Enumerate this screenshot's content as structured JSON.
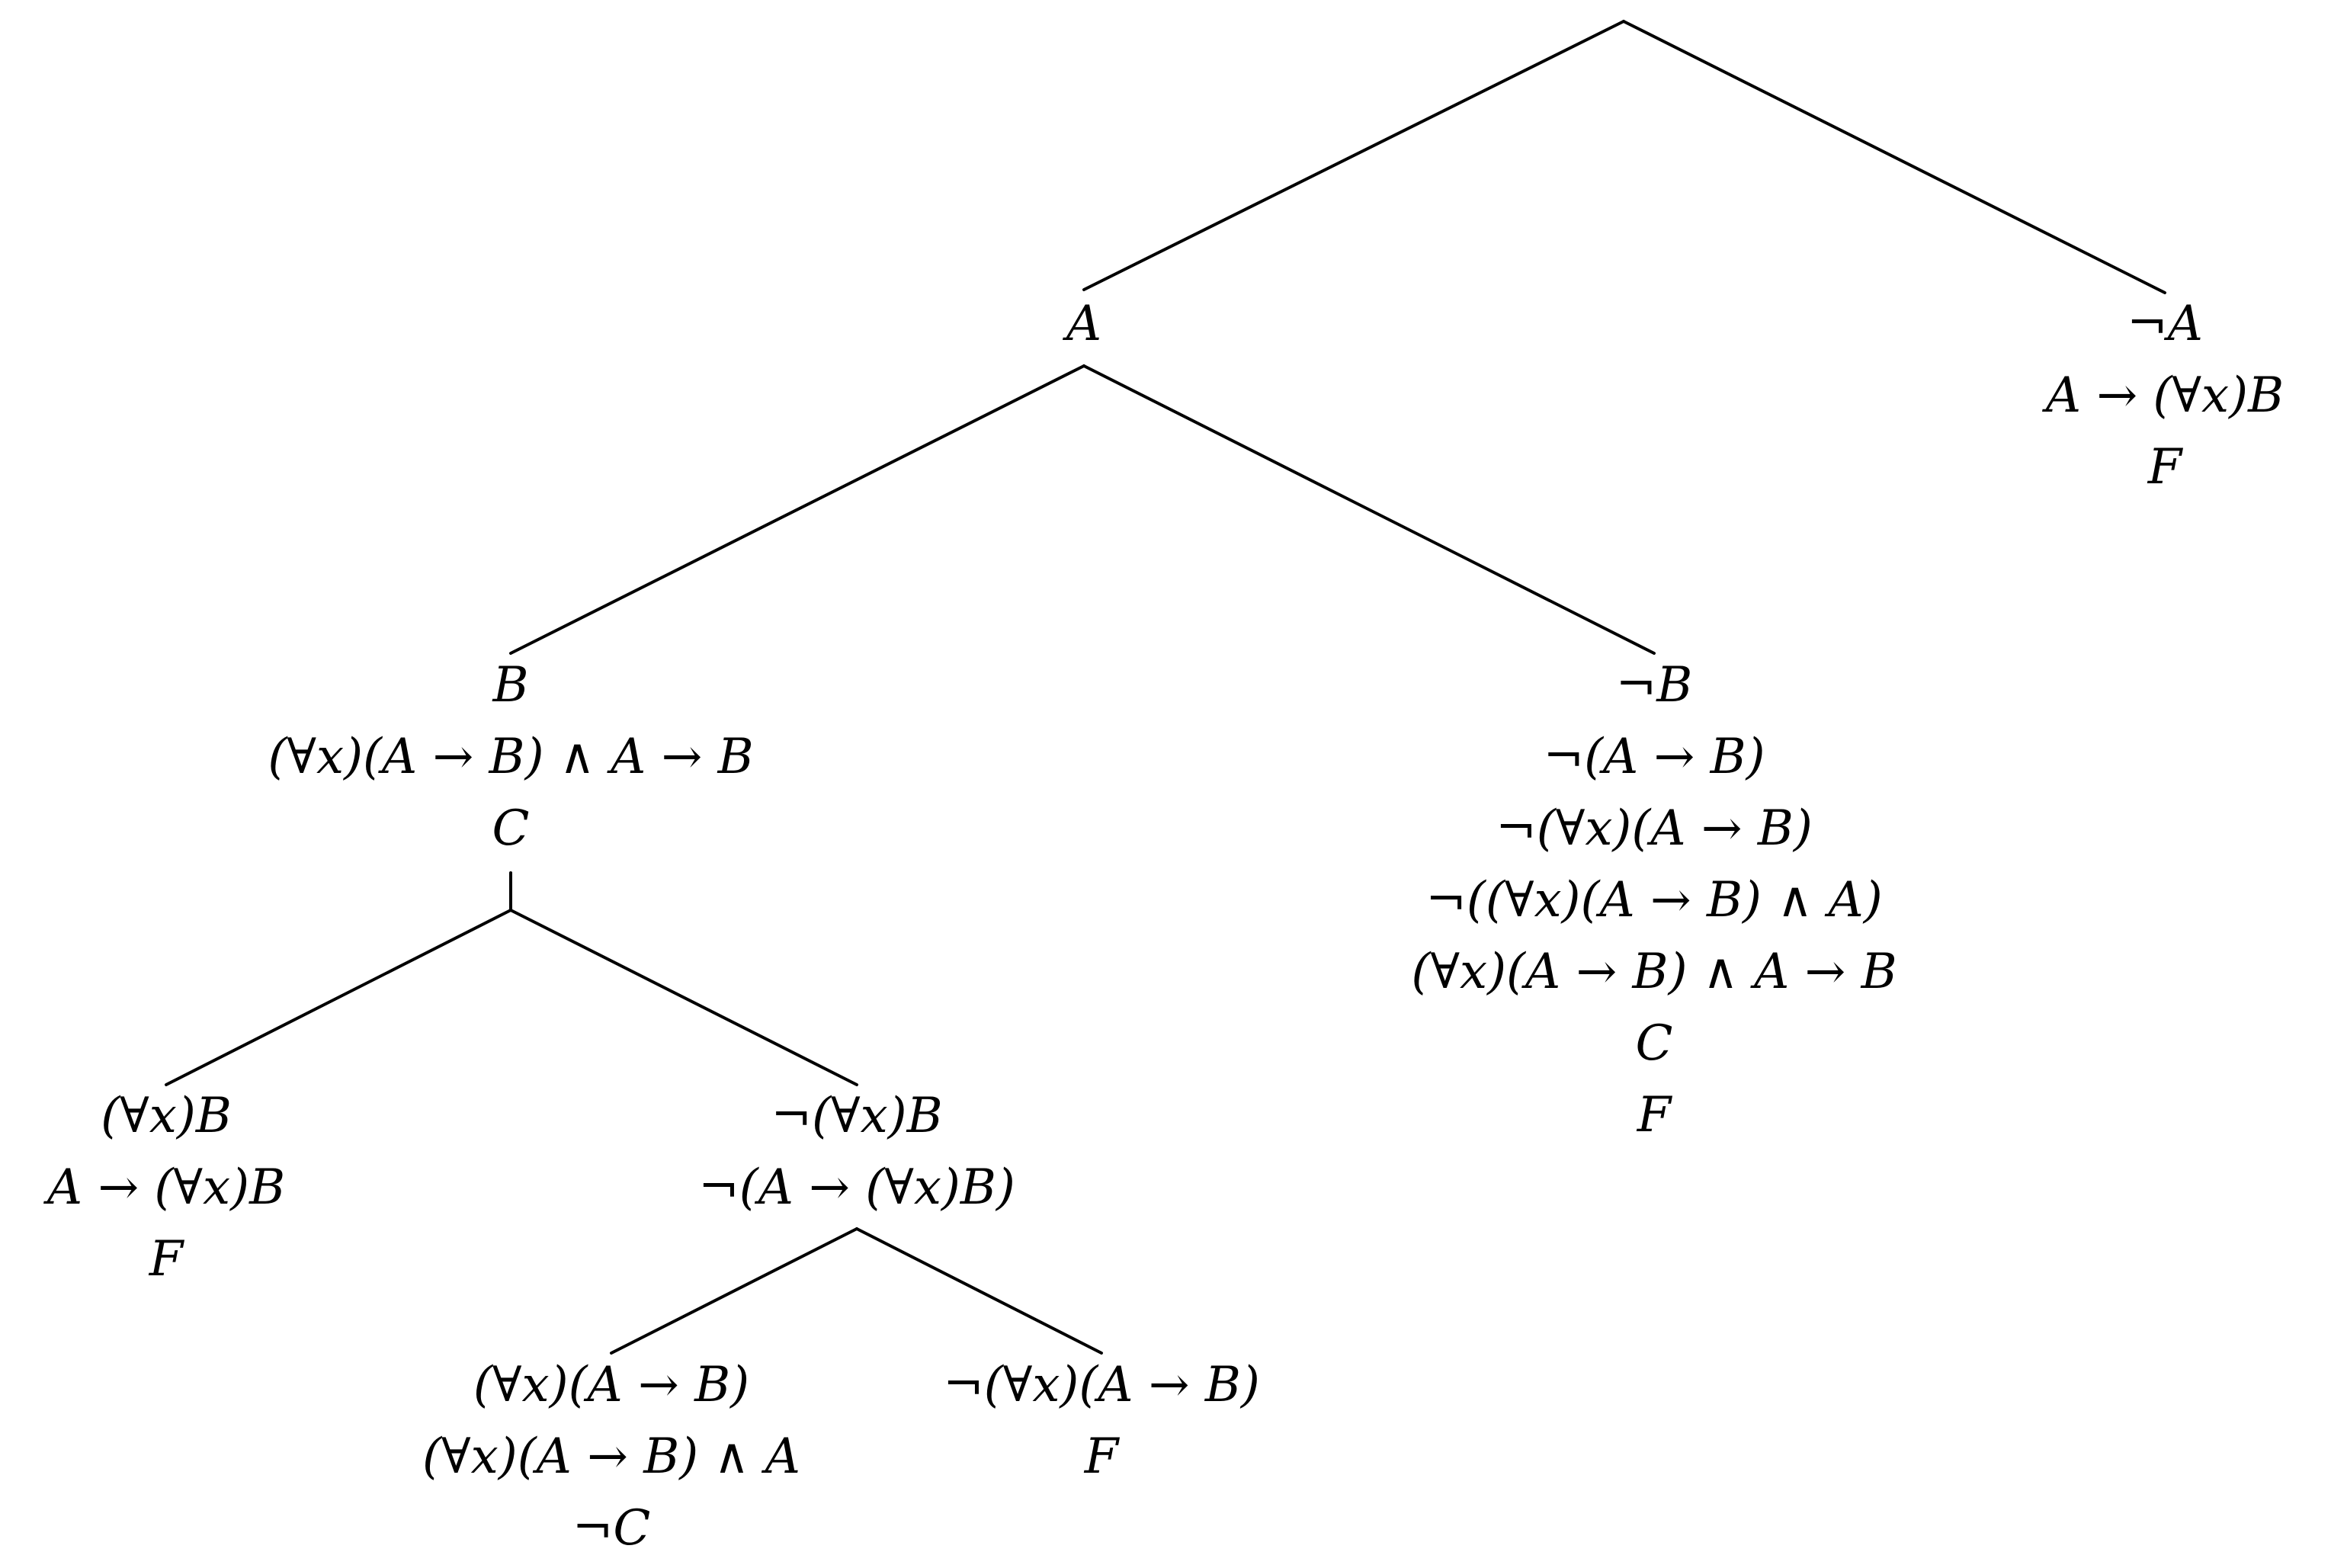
{
  "tree": {
    "root": {
      "children": [
        "n_a",
        "n_nota"
      ]
    },
    "nodes": {
      "n_a": {
        "formulas": [
          "A"
        ],
        "children": [
          "n_b",
          "n_notb"
        ]
      },
      "n_nota": {
        "formulas": [
          "¬A",
          "A → (∀x)B",
          "F"
        ],
        "children": []
      },
      "n_b": {
        "formulas": [
          "B",
          "(∀x)(A → B) ∧ A → B",
          "C"
        ],
        "children": [
          "n_allb",
          "n_notallb"
        ]
      },
      "n_notb": {
        "formulas": [
          "¬B",
          "¬(A → B)",
          "¬(∀x)(A → B)",
          "¬((∀x)(A → B) ∧ A)",
          "(∀x)(A → B) ∧ A → B",
          "C",
          "F"
        ],
        "children": []
      },
      "n_allb": {
        "formulas": [
          "(∀x)B",
          "A → (∀x)B",
          "F"
        ],
        "children": []
      },
      "n_notallb": {
        "formulas": [
          "¬(∀x)B",
          "¬(A → (∀x)B)"
        ],
        "children": [
          "n_allab",
          "n_notallab"
        ]
      },
      "n_allab": {
        "formulas": [
          "(∀x)(A → B)",
          "(∀x)(A → B) ∧ A",
          "¬C"
        ],
        "children": []
      },
      "n_notallab": {
        "formulas": [
          "¬(∀x)(A → B)",
          "F"
        ],
        "children": []
      }
    }
  }
}
